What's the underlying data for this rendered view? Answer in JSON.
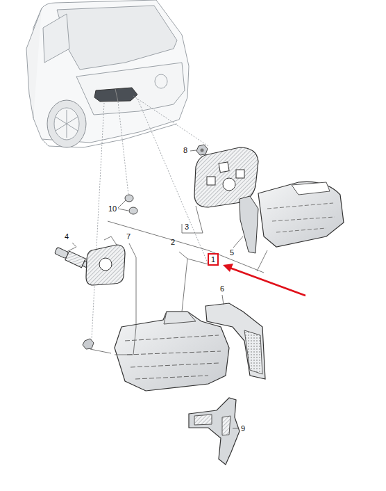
{
  "diagram": {
    "nodes": [
      {
        "text": [
          "1"
        ]
      }
    ],
    "labels": [
      "8",
      "10",
      "4",
      "7",
      "3",
      "2",
      "5",
      "6",
      "9"
    ]
  }
}
